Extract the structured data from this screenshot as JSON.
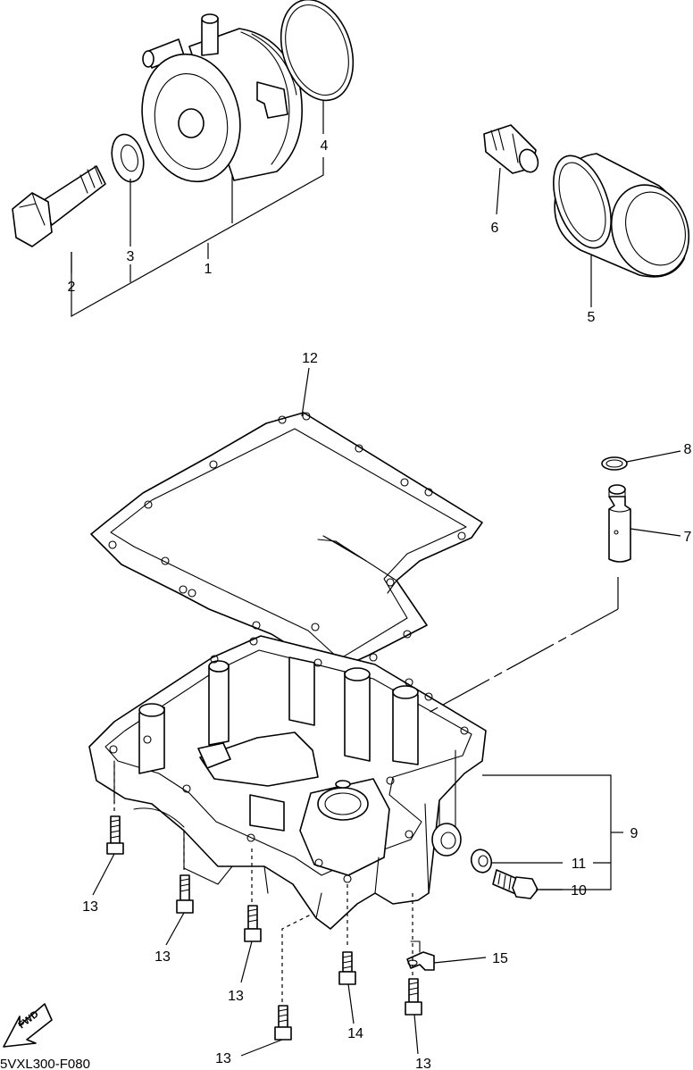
{
  "diagram": {
    "code": "5VXL300-F080",
    "fwd_label": "FWD",
    "callouts": [
      {
        "id": "1",
        "label": "1"
      },
      {
        "id": "2",
        "label": "2"
      },
      {
        "id": "3",
        "label": "3"
      },
      {
        "id": "4",
        "label": "4"
      },
      {
        "id": "5",
        "label": "5"
      },
      {
        "id": "6",
        "label": "6"
      },
      {
        "id": "7",
        "label": "7"
      },
      {
        "id": "8",
        "label": "8"
      },
      {
        "id": "9",
        "label": "9"
      },
      {
        "id": "10",
        "label": "10"
      },
      {
        "id": "11",
        "label": "11"
      },
      {
        "id": "12",
        "label": "12"
      },
      {
        "id": "13a",
        "label": "13"
      },
      {
        "id": "13b",
        "label": "13"
      },
      {
        "id": "13c",
        "label": "13"
      },
      {
        "id": "13d",
        "label": "13"
      },
      {
        "id": "13e",
        "label": "13"
      },
      {
        "id": "14",
        "label": "14"
      },
      {
        "id": "15",
        "label": "15"
      }
    ]
  }
}
